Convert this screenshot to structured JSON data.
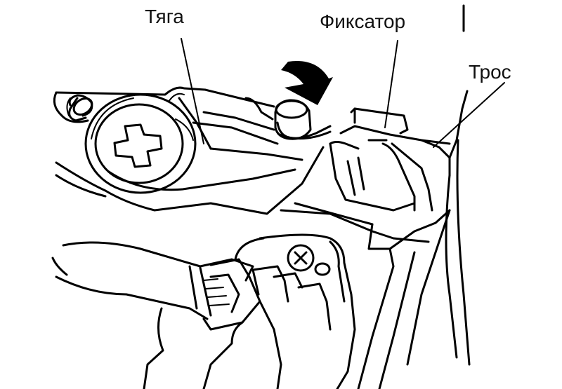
{
  "labels": {
    "rod": "Тяга",
    "latch": "Фиксатор",
    "cable": "Трос"
  },
  "icons": {
    "press_arrow": "down-arrow-icon"
  },
  "colors": {
    "ink": "#000000",
    "paper": "#ffffff"
  }
}
